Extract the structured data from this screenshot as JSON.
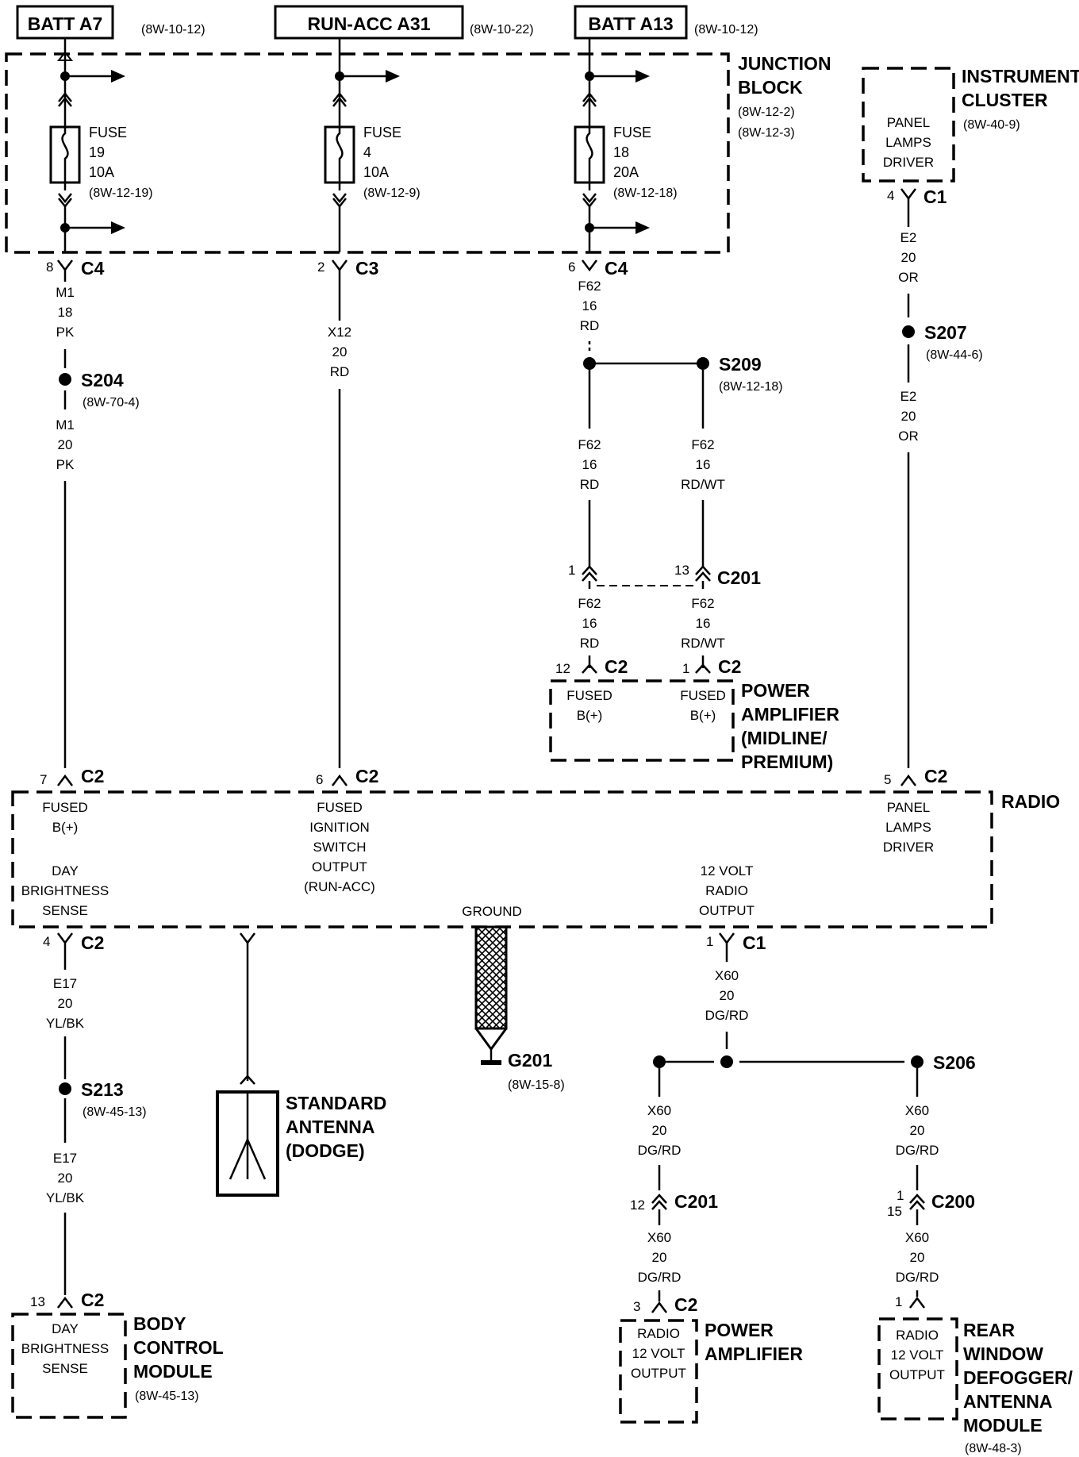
{
  "sources": [
    {
      "label": "BATT A7",
      "ref": "(8W-10-12)"
    },
    {
      "label": "RUN-ACC A31",
      "ref": "(8W-10-22)"
    },
    {
      "label": "BATT A13",
      "ref": "(8W-10-12)"
    }
  ],
  "junction_block": {
    "title_line1": "JUNCTION",
    "title_line2": "BLOCK",
    "ref1": "(8W-12-2)",
    "ref2": "(8W-12-3)"
  },
  "fuses": [
    {
      "word": "FUSE",
      "num": "19",
      "amp": "10A",
      "ref": "(8W-12-19)"
    },
    {
      "word": "FUSE",
      "num": "4",
      "amp": "10A",
      "ref": "(8W-12-9)"
    },
    {
      "word": "FUSE",
      "num": "18",
      "amp": "20A",
      "ref": "(8W-12-18)"
    }
  ],
  "connectors": {
    "c4_a_pin": "8",
    "c4_a": "C4",
    "c3_pin": "2",
    "c3": "C3",
    "c4_b_pin": "6",
    "c4_b": "C4",
    "ic_pin": "4",
    "ic_conn": "C1",
    "c201_pin1": "1",
    "c201_pin13": "13",
    "c201": "C201",
    "amp_pin12": "12",
    "amp_c2a": "C2",
    "amp_pin1": "1",
    "amp_c2b": "C2",
    "radio_pin7": "7",
    "radio_c2a": "C2",
    "radio_pin6": "6",
    "radio_c2b": "C2",
    "radio_pin5": "5",
    "radio_c2c": "C2",
    "radio_pin4": "4",
    "radio_c2d": "C2",
    "radio_pin1": "1",
    "radio_c1": "C1",
    "c201b_pin": "12",
    "c201b": "C201",
    "c200_pin1": "1",
    "c200_pin15": "15",
    "c200": "C200",
    "bcm_pin": "13",
    "bcm_conn": "C2",
    "pa2_pin": "3",
    "pa2_conn": "C2",
    "rw_pin": "1"
  },
  "wires": {
    "m1_18": [
      "M1",
      "18",
      "PK"
    ],
    "m1_20": [
      "M1",
      "20",
      "PK"
    ],
    "x12": [
      "X12",
      "20",
      "RD"
    ],
    "f62_top": [
      "F62",
      "16",
      "RD"
    ],
    "f62_l": [
      "F62",
      "16",
      "RD"
    ],
    "f62_r": [
      "F62",
      "16",
      "RD/WT"
    ],
    "f62_lb": [
      "F62",
      "16",
      "RD"
    ],
    "f62_rb": [
      "F62",
      "16",
      "RD/WT"
    ],
    "e2_top": [
      "E2",
      "20",
      "OR"
    ],
    "e2_bot": [
      "E2",
      "20",
      "OR"
    ],
    "e17_top": [
      "E17",
      "20",
      "YL/BK"
    ],
    "e17_bot": [
      "E17",
      "20",
      "YL/BK"
    ],
    "x60_top": [
      "X60",
      "20",
      "DG/RD"
    ],
    "x60_l1": [
      "X60",
      "20",
      "DG/RD"
    ],
    "x60_l2": [
      "X60",
      "20",
      "DG/RD"
    ],
    "x60_r1": [
      "X60",
      "20",
      "DG/RD"
    ],
    "x60_r2": [
      "X60",
      "20",
      "DG/RD"
    ]
  },
  "splices": {
    "s204": "S204",
    "s204_ref": "(8W-70-4)",
    "s209": "S209",
    "s209_ref": "(8W-12-18)",
    "s207": "S207",
    "s207_ref": "(8W-44-6)",
    "s213": "S213",
    "s213_ref": "(8W-45-13)",
    "s206": "S206"
  },
  "instrument_cluster": {
    "title1": "INSTRUMENT",
    "title2": "CLUSTER",
    "ref": "(8W-40-9)",
    "func": [
      "PANEL",
      "LAMPS",
      "DRIVER"
    ]
  },
  "power_amp_top": {
    "title": [
      "POWER",
      "AMPLIFIER",
      "(MIDLINE/",
      "PREMIUM)"
    ],
    "left_func": [
      "FUSED",
      "B(+)"
    ],
    "right_func": [
      "FUSED",
      "B(+)"
    ]
  },
  "radio": {
    "title": "RADIO",
    "fused_b": [
      "FUSED",
      "B(+)"
    ],
    "day_bright": [
      "DAY",
      "BRIGHTNESS",
      "SENSE"
    ],
    "ign": [
      "FUSED",
      "IGNITION",
      "SWITCH",
      "OUTPUT",
      "(RUN-ACC)"
    ],
    "ground": "GROUND",
    "out12": [
      "12 VOLT",
      "RADIO",
      "OUTPUT"
    ],
    "panel": [
      "PANEL",
      "LAMPS",
      "DRIVER"
    ]
  },
  "ground": {
    "label": "G201",
    "ref": "(8W-15-8)"
  },
  "antenna": {
    "title": [
      "STANDARD",
      "ANTENNA",
      "(DODGE)"
    ]
  },
  "bcm": {
    "func": [
      "DAY",
      "BRIGHTNESS",
      "SENSE"
    ],
    "title": [
      "BODY",
      "CONTROL",
      "MODULE"
    ],
    "ref": "(8W-45-13)"
  },
  "power_amp_bottom": {
    "func": [
      "RADIO",
      "12 VOLT",
      "OUTPUT"
    ],
    "title": [
      "POWER",
      "AMPLIFIER"
    ]
  },
  "rear_window": {
    "func": [
      "RADIO",
      "12 VOLT",
      "OUTPUT"
    ],
    "title": [
      "REAR",
      "WINDOW",
      "DEFOGGER/",
      "ANTENNA",
      "MODULE"
    ],
    "ref": "(8W-48-3)"
  }
}
